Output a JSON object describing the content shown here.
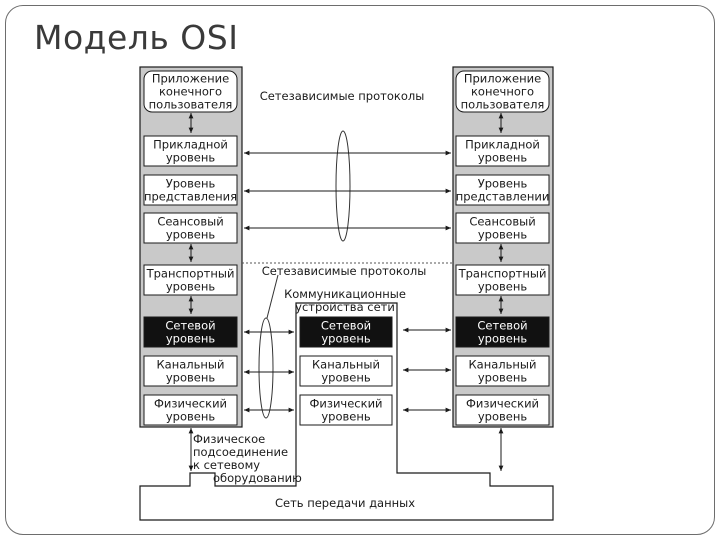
{
  "title": "Модель OSI",
  "left_stack": [
    {
      "line1": "Приложение",
      "line2": "конечного",
      "line3": "пользователя",
      "dark": false
    },
    {
      "line1": "Прикладной",
      "line2": "уровень",
      "dark": false
    },
    {
      "line1": "Уровень",
      "line2": "представления",
      "dark": false
    },
    {
      "line1": "Сеансовый",
      "line2": "уровень",
      "dark": false
    },
    {
      "line1": "Транспортный",
      "line2": "уровень",
      "dark": false
    },
    {
      "line1": "Сетевой",
      "line2": "уровень",
      "dark": true
    },
    {
      "line1": "Канальный",
      "line2": "уровень",
      "dark": false
    },
    {
      "line1": "Физический",
      "line2": "уровень",
      "dark": false
    }
  ],
  "right_stack": [
    {
      "line1": "Приложение",
      "line2": "конечного",
      "line3": "пользователя",
      "dark": false
    },
    {
      "line1": "Прикладной",
      "line2": "уровень",
      "dark": false
    },
    {
      "line1": "Уровень",
      "line2": "представлении",
      "dark": false
    },
    {
      "line1": "Сеансовый",
      "line2": "уровень",
      "dark": false
    },
    {
      "line1": "Транспортный",
      "line2": "уровень",
      "dark": false
    },
    {
      "line1": "Сетевой",
      "line2": "уровень",
      "dark": true
    },
    {
      "line1": "Канальный",
      "line2": "уровень",
      "dark": false
    },
    {
      "line1": "Физический",
      "line2": "уровень",
      "dark": false
    }
  ],
  "middle_stack": [
    {
      "line1": "Сетевой",
      "line2": "уровень",
      "dark": true
    },
    {
      "line1": "Канальный",
      "line2": "уровень",
      "dark": false
    },
    {
      "line1": "Физический",
      "line2": "уровень",
      "dark": false
    }
  ],
  "labels": {
    "independent": "Сетезависимые протоколы",
    "dependent": "Сетезависимые протоколы",
    "comm_line1": "Коммуникационные",
    "comm_line2": "устройства сети",
    "phys_line1": "Физическое",
    "phys_line2": "подсоединение",
    "phys_line3": "к сетевому",
    "phys_line4": "оборудованию",
    "network": "Сеть передачи данных"
  }
}
